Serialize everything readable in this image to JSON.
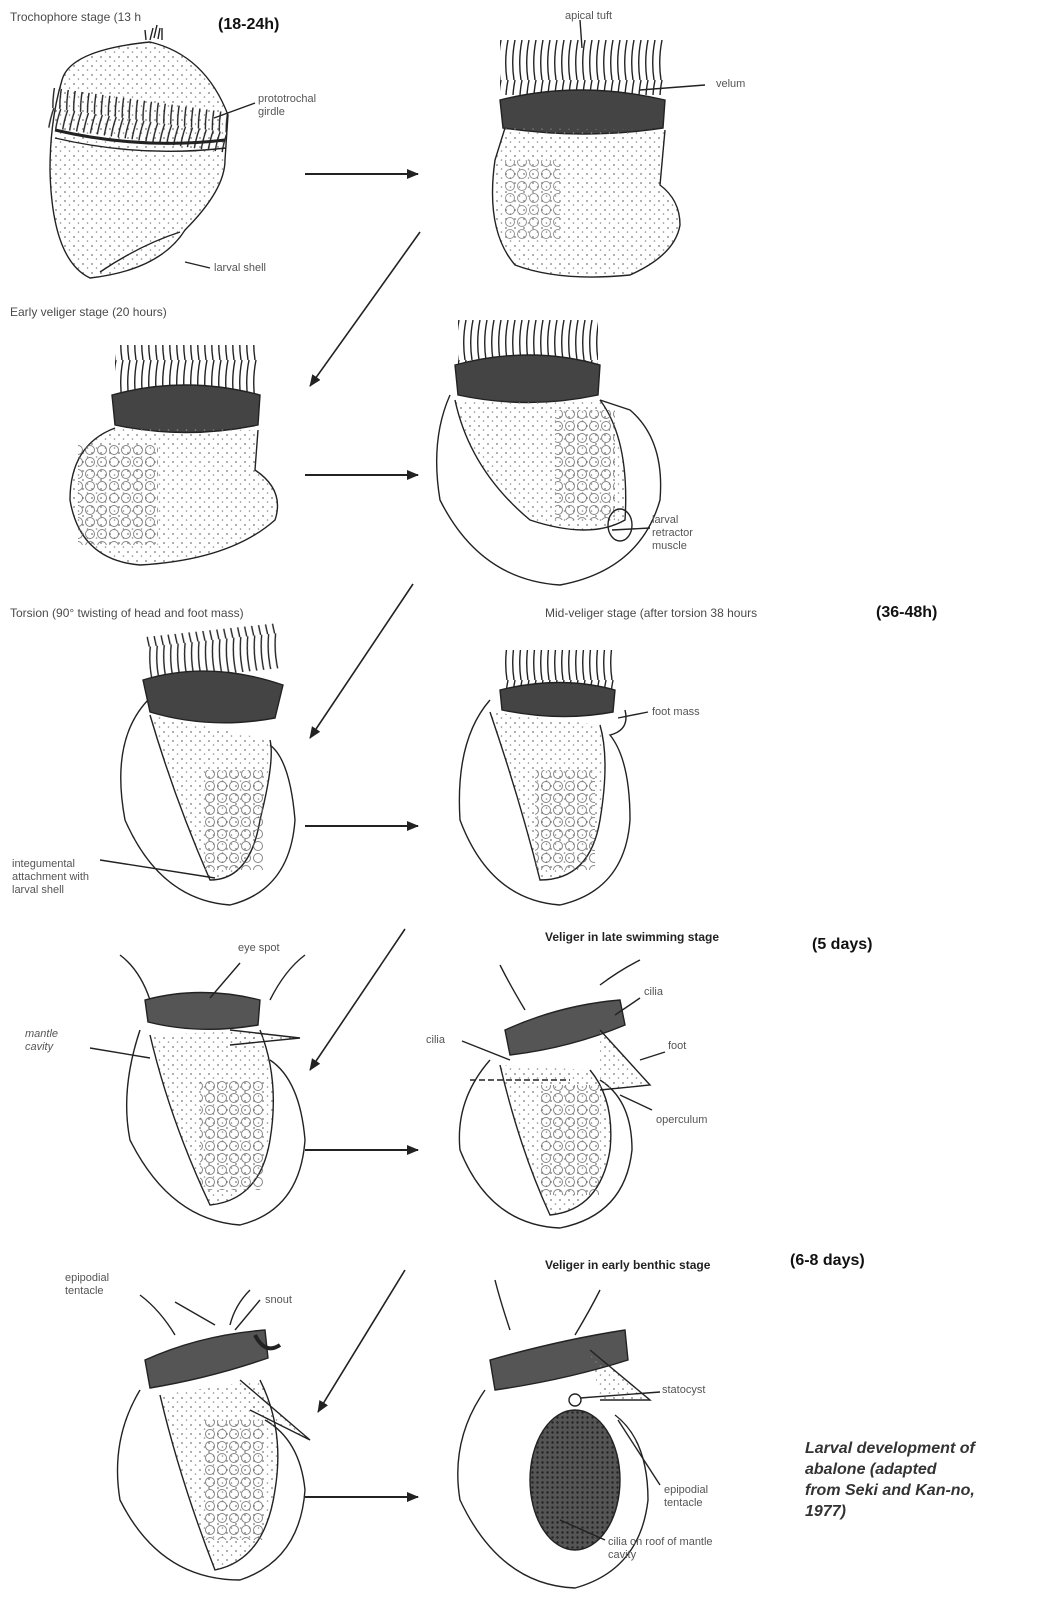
{
  "stages": {
    "trochophore": {
      "title": "Trochophore stage",
      "detail": "(13 h",
      "added": "(18-24h)"
    },
    "early_veliger": {
      "title": "Early veliger stage",
      "detail": "(20 hours)"
    },
    "torsion": {
      "title": "Torsion",
      "detail": "(90° twisting of head and foot mass)"
    },
    "mid_veliger": {
      "title": "Mid-veliger stage",
      "detail": "(after torsion 38 hours",
      "added": "(36-48h)"
    },
    "late_swimming": {
      "title": "Veliger in late swimming stage",
      "added": "(5 days)"
    },
    "early_benthic": {
      "title": "Veliger in early benthic stage",
      "added": "(6-8 days)"
    }
  },
  "labels": {
    "apical_tuft": "apical tuft",
    "velum": "velum",
    "prototrochal_girdle": "prototrochal\ngirdle",
    "larval_shell": "larval shell",
    "larval_retractor_muscle": "larval\nretractor\nmuscle",
    "foot_mass": "foot mass",
    "integumental_attachment": "integumental\nattachment with\nlarval shell",
    "eye_spot": "eye spot",
    "mantle_cavity": "mantle\ncavity",
    "cilia_1": "cilia",
    "cilia_2": "cilia",
    "foot": "foot",
    "operculum": "operculum",
    "epipodial_tentacle_1": "epipodial\ntentacle",
    "snout": "snout",
    "statocyst": "statocyst",
    "epipodial_tentacle_2": "epipodial\ntentacle",
    "cilia_roof": "cilia on roof of mantle\ncavity"
  },
  "caption": "Larval development of\nabalone (adapted\nfrom Seki and Kan-no,\n1977)"
}
